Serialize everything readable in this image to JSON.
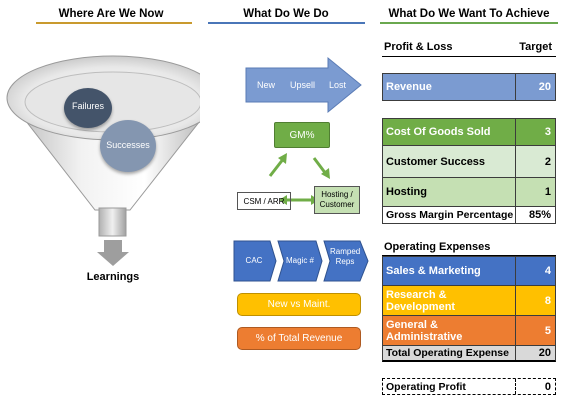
{
  "headers": {
    "col1": "Where Are We Now",
    "col2": "What Do We Do",
    "col3": "What Do We Want To Achieve"
  },
  "colors": {
    "col1_rule": "#c99a2e",
    "col2_rule": "#4a76b8",
    "col3_rule": "#6aa84f",
    "blue_fill": "#7b9bd1",
    "green_dark": "#70ad47",
    "green_light": "#d9ead3",
    "green_mid": "#c5e0b3",
    "blue_strong": "#4472c4",
    "gold": "#ffc000",
    "orange": "#ed7d31",
    "grey_total": "#d9d9d9"
  },
  "funnel": {
    "failures": "Failures",
    "successes": "Successes",
    "learnings": "Learnings"
  },
  "middle": {
    "arrow_items": [
      "New",
      "Upsell",
      "Lost"
    ],
    "gm_label": "GM%",
    "csm_label": "CSM / ARR",
    "hosting_label": "Hosting / Customer",
    "chevrons": [
      "CAC",
      "Magic #",
      "Ramped Reps"
    ],
    "new_vs_maint": "New vs Maint.",
    "pct_revenue": "% of Total Revenue"
  },
  "pnl": {
    "title": "Profit & Loss",
    "target_header": "Target",
    "revenue": {
      "label": "Revenue",
      "value": "20"
    },
    "cogs": {
      "label": "Cost Of Goods Sold",
      "value": "3"
    },
    "customer_success": {
      "label": "Customer Success",
      "value": "2"
    },
    "hosting": {
      "label": "Hosting",
      "value": "1"
    },
    "gross_margin": {
      "label": "Gross Margin Percentage",
      "value": "85%"
    },
    "opex_title": "Operating Expenses",
    "sales_marketing": {
      "label": "Sales & Marketing",
      "value": "4"
    },
    "rnd": {
      "label": "Research & Development",
      "value": "8"
    },
    "gna": {
      "label": "General & Administrative",
      "value": "5"
    },
    "total_opex": {
      "label": "Total Operating Expense",
      "value": "20"
    },
    "operating_profit": {
      "label": "Operating Profit",
      "value": "0"
    }
  }
}
